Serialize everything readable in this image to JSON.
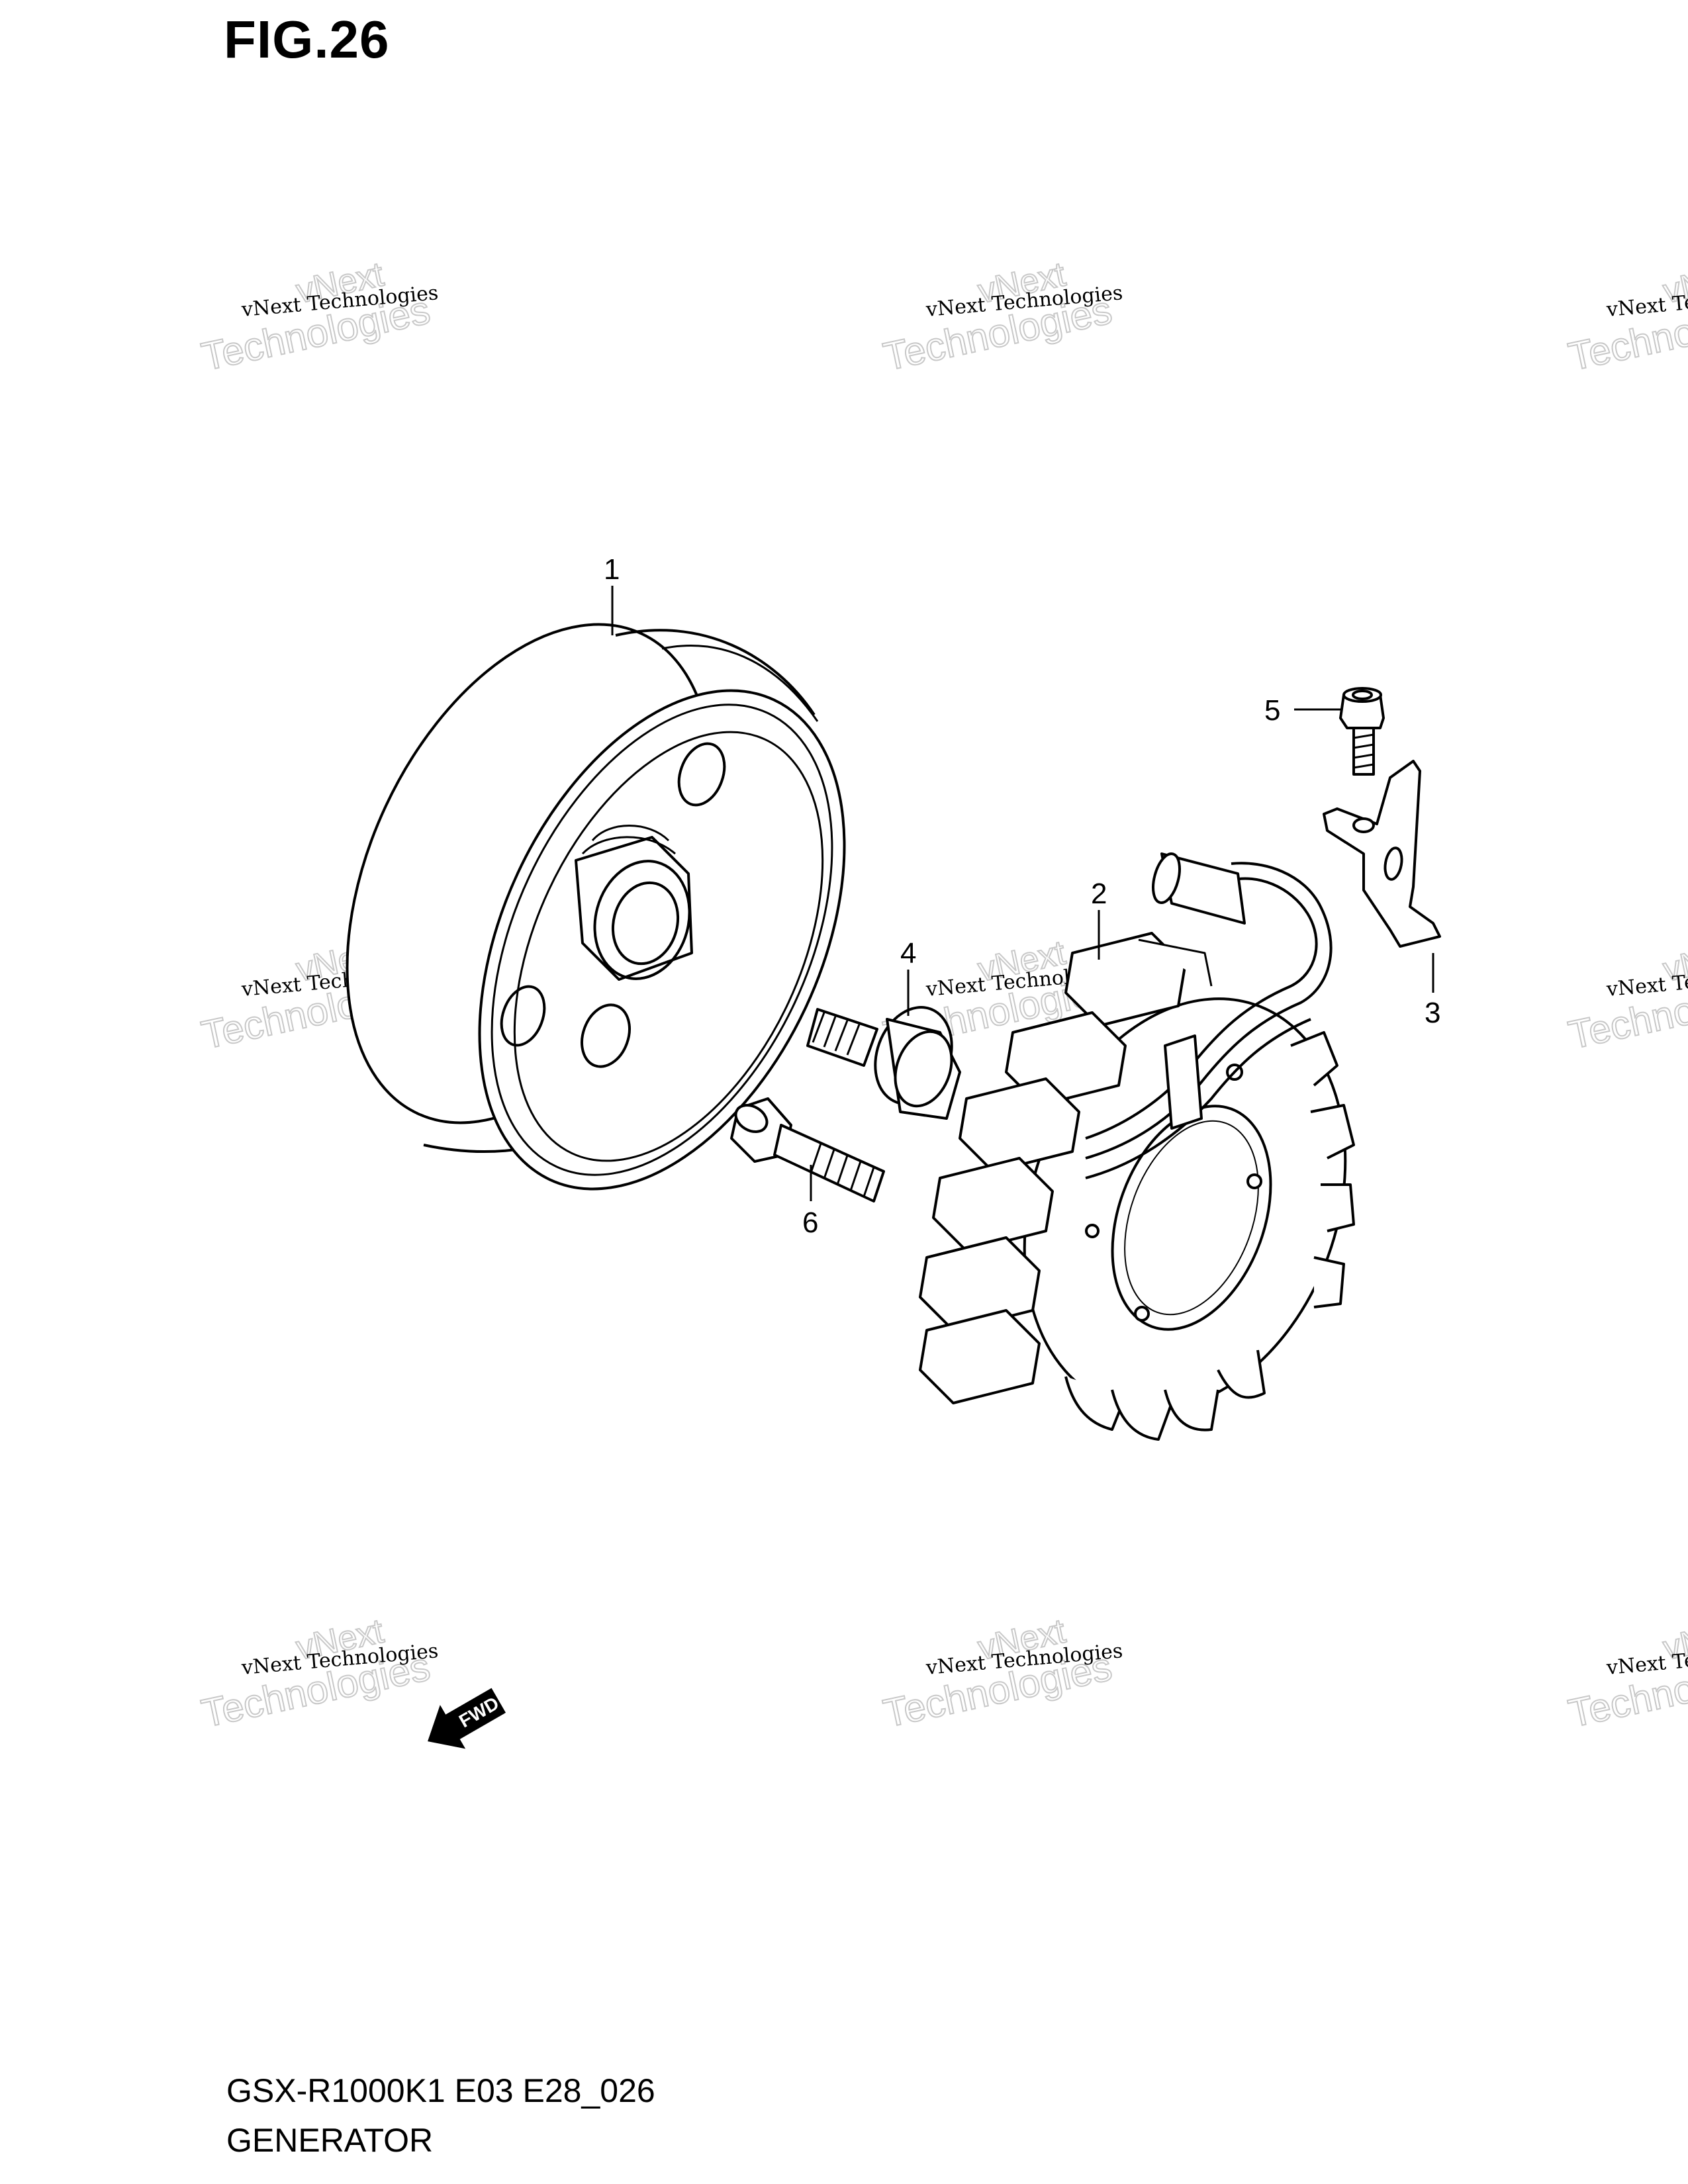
{
  "figure": {
    "title": "FIG.26"
  },
  "callouts": [
    "1",
    "2",
    "3",
    "4",
    "5",
    "6"
  ],
  "fwd_label": "FWD",
  "watermark": {
    "line": "vNext Technologies",
    "big": "Technologies",
    "small": "vNext"
  },
  "footer": {
    "code": "GSX-R1000K1 E03 E28_026",
    "name": "GENERATOR"
  }
}
